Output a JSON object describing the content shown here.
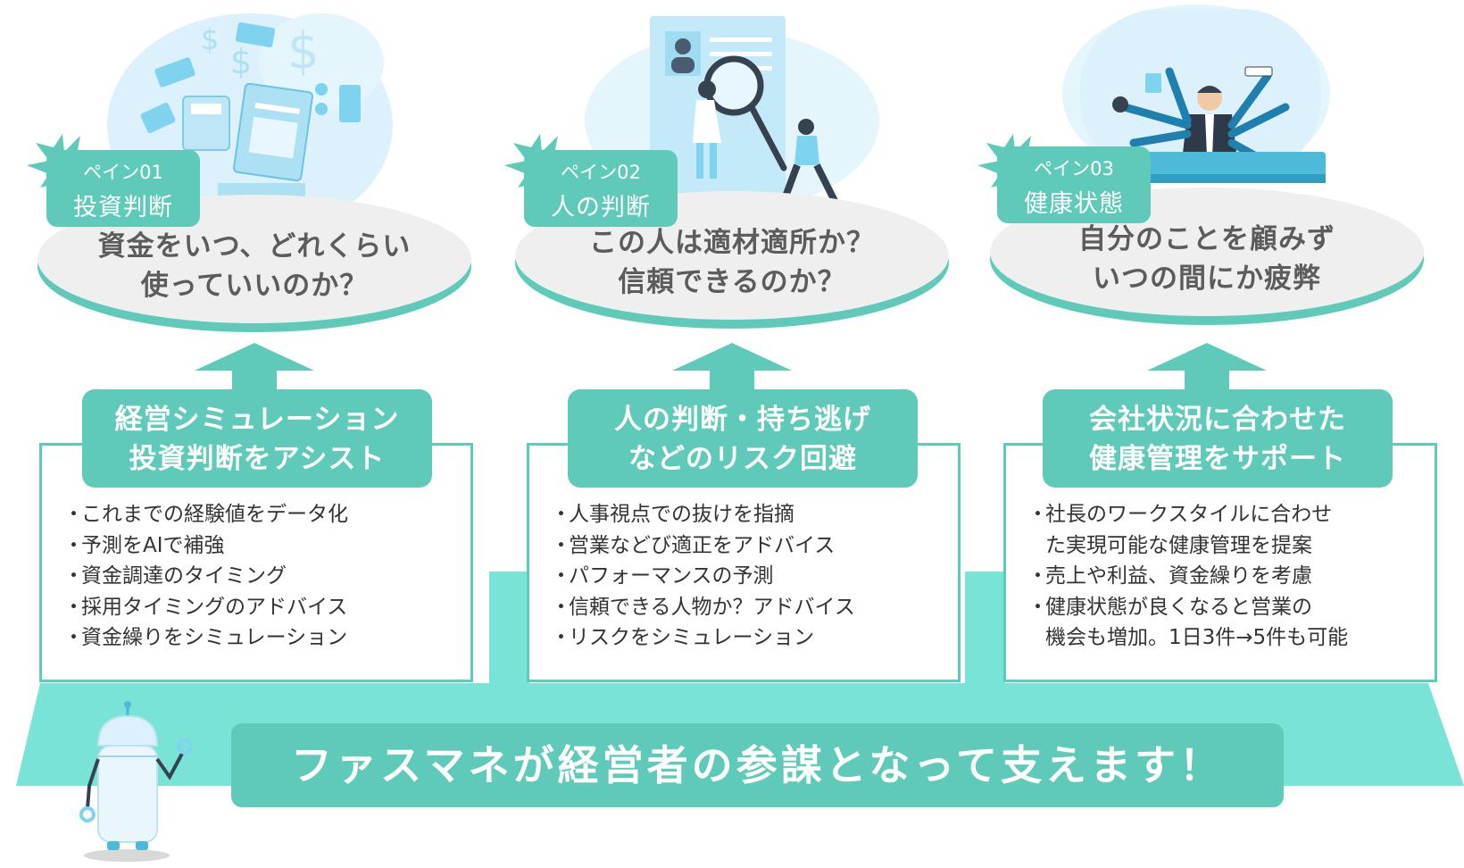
{
  "colors": {
    "accent": "#5fcab9",
    "band": "#78e3d6",
    "bubble": "#efefef",
    "text": "#5c5c5c",
    "illustration": "#dcf1fb"
  },
  "pains": [
    {
      "tag_num": "ペイン01",
      "tag_name": "投資判断",
      "question_line1": "資金をいつ、どれくらい",
      "question_line2": "使っていいのか？",
      "solution_title_line1": "経営シミュレーション",
      "solution_title_line2": "投資判断をアシスト",
      "bullets": [
        "これまでの経験値をデータ化",
        "予測をAIで補強",
        "資金調達のタイミング",
        "採用タイミングのアドバイス",
        "資金繰りをシミュレーション"
      ],
      "illustration_icon": "money-calculator-icon"
    },
    {
      "tag_num": "ペイン02",
      "tag_name": "人の判断",
      "question_line1": "この人は適材適所か？",
      "question_line2": "信頼できるのか？",
      "solution_title_line1": "人の判断・持ち逃げ",
      "solution_title_line2": "などのリスク回避",
      "bullets": [
        "人事視点での抜けを指摘",
        "営業などび適正をアドバイス",
        "パフォーマンスの予測",
        "信頼できる人物か？アドバイス",
        "リスクをシミュレーション"
      ],
      "illustration_icon": "resume-magnifier-icon"
    },
    {
      "tag_num": "ペイン03",
      "tag_name": "健康状態",
      "question_line1": "自分のことを顧みず",
      "question_line2": "いつの間にか疲弊",
      "solution_title_line1": "会社状況に合わせた",
      "solution_title_line2": "健康管理をサポート",
      "bullets": [
        "社長のワークスタイルに合わせ",
        "た実現可能な健康管理を提案",
        "売上や利益、資金繰りを考慮",
        "健康状態が良くなると営業の",
        "機会も増加。1日3件→5件も可能"
      ],
      "bullet_dots": [
        "・",
        "",
        "・",
        "・",
        ""
      ],
      "illustration_icon": "busy-ceo-icon"
    }
  ],
  "bullet_dot": "・",
  "slogan": "ファスマネが経営者の参謀となって支えます！",
  "robot_icon": "robot-mascot-icon"
}
